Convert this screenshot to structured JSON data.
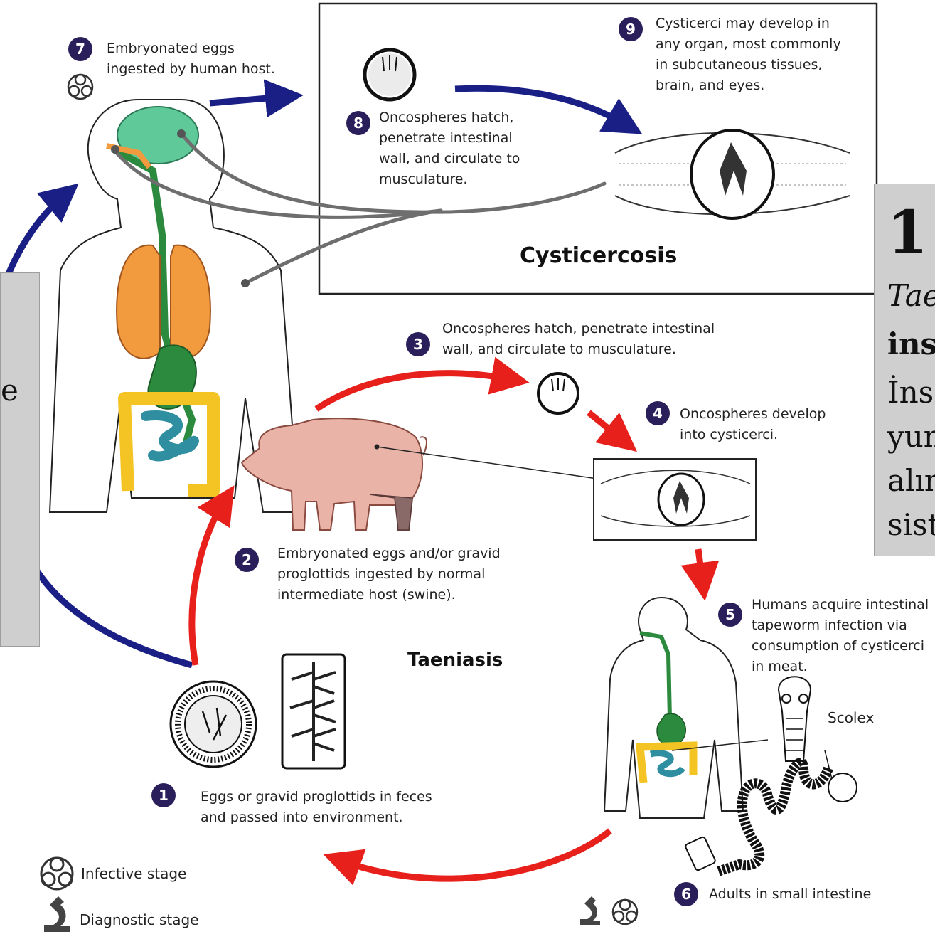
{
  "steps": [
    {
      "number": "1",
      "text": "Eggs or gravid proglottids in feces\nand passed into environment."
    },
    {
      "number": "2",
      "text": "Embryonated eggs and/or gravid\nproglottids ingested by normal\nintermediate host (swine)."
    },
    {
      "number": "3",
      "text": "Oncospheres hatch, penetrate intestinal\nwall, and circulate to musculature."
    },
    {
      "number": "4",
      "text": "Oncospheres develop\ninto cysticerci."
    },
    {
      "number": "5",
      "text": "Humans acquire intestinal\ntapeworm infection via\nconsumption of cysticerci\nin meat."
    },
    {
      "number": "6",
      "text": "Adults in small intestine"
    },
    {
      "number": "7",
      "text": "Embryonated eggs\ningested by human host."
    },
    {
      "number": "8",
      "text": "Oncospheres hatch,\npenetrate intestinal\nwall, and circulate to\nmusculature."
    },
    {
      "number": "9",
      "text": "Cysticerci may develop in\nany organ, most commonly\nin subcutaneous tissues,\nbrain, and eyes."
    }
  ],
  "titles": {
    "cysticercosis": "Cysticercosis",
    "taeniasis": "Taeniasis"
  },
  "scolex_label": "Scolex",
  "legend": {
    "infective": "Infective stage",
    "diagnostic": "Diagnostic stage"
  },
  "right_panel": {
    "line1": "1",
    "line2": "Tae",
    "line3": "ins",
    "line4": "İns",
    "line5": "yun",
    "line6": "alın",
    "line7": "sist"
  },
  "left_panel": {
    "line1": "e"
  },
  "colors": {
    "red_arrow": "#e8201c",
    "blue_arrow": "#1a1f85",
    "badge": "#2a1f5a",
    "brain": "#5fc99a",
    "lungs": "#f29a3e",
    "digestive": "#2b8a3e",
    "colon": "#f3c423",
    "small_intestine": "#2f8fa0",
    "pig": "#e9b3a8",
    "panel_gray": "#cfcfcf"
  }
}
